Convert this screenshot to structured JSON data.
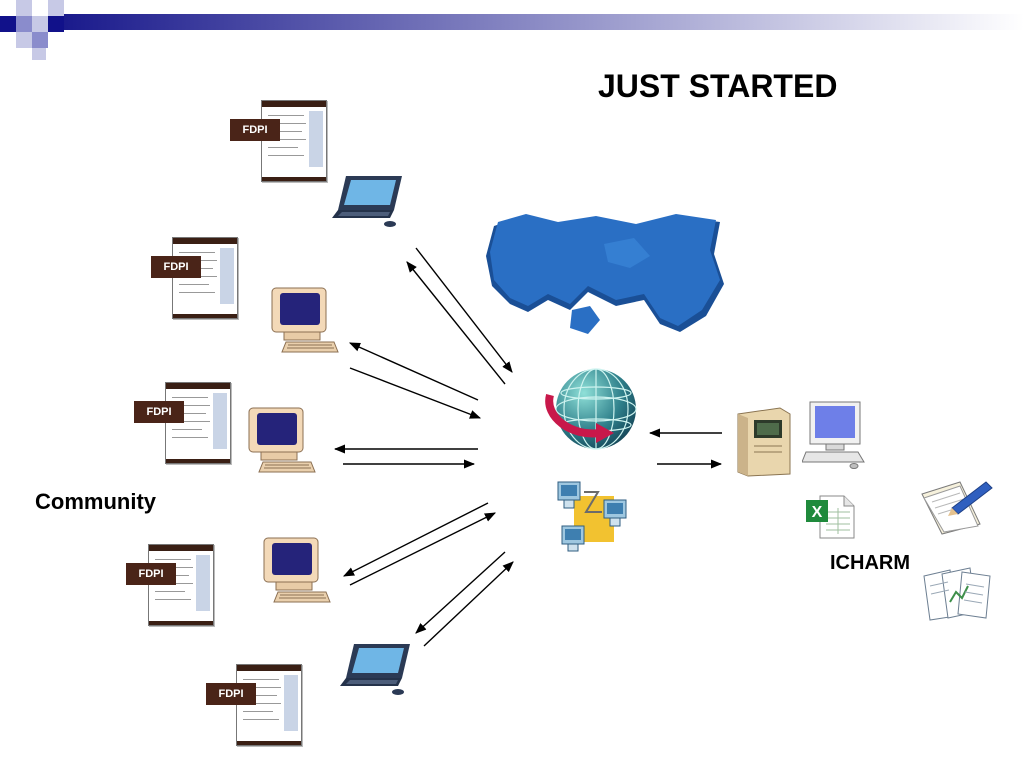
{
  "slide": {
    "title": "JUST STARTED",
    "community_label": "Community",
    "icharm_label": "ICHARM",
    "document_badge": "FDPI"
  },
  "colors": {
    "title_bar_start": "#1a1a8c",
    "title_bar_end": "#ffffff",
    "badge_bg": "#4a2418",
    "world_map": "#1f5fae",
    "globe": "#2e7f8a",
    "curved_arrow": "#c8184a"
  },
  "icons": {
    "left_nodes": [
      "laptop-icon",
      "desktop-computer-icon",
      "desktop-computer-icon",
      "desktop-computer-icon",
      "laptop-icon"
    ],
    "center": [
      "world-map-icon",
      "globe-icon",
      "network-icon"
    ],
    "right": [
      "server-tower-icon",
      "desktop-computer-icon",
      "excel-file-icon",
      "writing-notepad-icon",
      "documents-icon"
    ]
  }
}
